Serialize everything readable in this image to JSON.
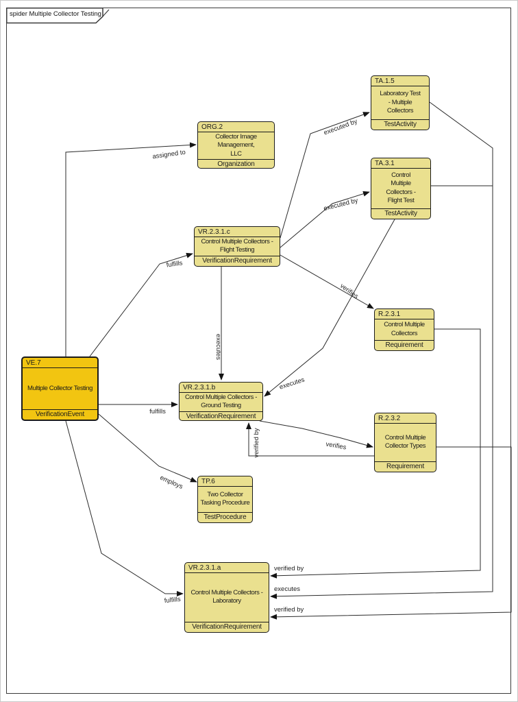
{
  "frame": {
    "title": "spider Multiple Collector Testing"
  },
  "colors": {
    "node_fill": "#EAE08F",
    "accent_fill": "#F2C511",
    "line_color": "#2a2a2a",
    "border_color": "#1a1a1a"
  },
  "nodes": [
    {
      "id": "ORG.2",
      "number": "ORG.2",
      "name": "Collector Image\nManagement,\nLLC",
      "type": "Organization"
    },
    {
      "id": "TA.1.5",
      "number": "TA.1.5",
      "name": "Laboratory Test\n- Multiple\nCollectors",
      "type": "TestActivity"
    },
    {
      "id": "TA.3.1",
      "number": "TA.3.1",
      "name": "Control\nMultiple\nCollectors -\nFlight Test",
      "type": "TestActivity"
    },
    {
      "id": "VR.2.3.1.c",
      "number": "VR.2.3.1.c",
      "name": "Control Multiple Collectors -\nFlight Testing",
      "type": "VerificationRequirement"
    },
    {
      "id": "R.2.3.1",
      "number": "R.2.3.1",
      "name": "Control Multiple\nCollectors",
      "type": "Requirement"
    },
    {
      "id": "VE.7",
      "number": "VE.7",
      "name": "Multiple Collector Testing",
      "type": "VerificationEvent"
    },
    {
      "id": "VR.2.3.1.b",
      "number": "VR.2.3.1.b",
      "name": "Control Multiple Collectors -\nGround Testing",
      "type": "VerificationRequirement"
    },
    {
      "id": "R.2.3.2",
      "number": "R.2.3.2",
      "name": "Control Multiple\nCollector Types",
      "type": "Requirement"
    },
    {
      "id": "TP.6",
      "number": "TP.6",
      "name": "Two Collector\nTasking Procedure",
      "type": "TestProcedure"
    },
    {
      "id": "VR.2.3.1.a",
      "number": "VR.2.3.1.a",
      "name": "Control Multiple Collectors -\nLaboratory",
      "type": "VerificationRequirement"
    }
  ],
  "edges": [
    {
      "label": "assigned to",
      "from": "VE.7",
      "to": "ORG.2"
    },
    {
      "label": "executed by",
      "from": "VR.2.3.1.c",
      "to": "TA.1.5"
    },
    {
      "label": "executed by",
      "from": "VR.2.3.1.c",
      "to": "TA.3.1"
    },
    {
      "label": "fulfills",
      "from": "VE.7",
      "to": "VR.2.3.1.c"
    },
    {
      "label": "verifies",
      "from": "VR.2.3.1.c",
      "to": "R.2.3.1"
    },
    {
      "label": "executes",
      "from": "VR.2.3.1.c",
      "to": "VR.2.3.1.b"
    },
    {
      "label": "executes",
      "from": "TA.3.1",
      "to": "VR.2.3.1.b"
    },
    {
      "label": "fulfills",
      "from": "VE.7",
      "to": "VR.2.3.1.b"
    },
    {
      "label": "verified by",
      "from": "R.2.3.2",
      "to": "VR.2.3.1.b"
    },
    {
      "label": "verifies",
      "from": "VR.2.3.1.b",
      "to": "R.2.3.2"
    },
    {
      "label": "employs",
      "from": "VE.7",
      "to": "TP.6"
    },
    {
      "label": "fulfills",
      "from": "VE.7",
      "to": "VR.2.3.1.a"
    },
    {
      "label": "verified by",
      "from": "R.2.3.1",
      "to": "VR.2.3.1.a"
    },
    {
      "label": "executes",
      "from": "TA.1.5",
      "to": "VR.2.3.1.a"
    },
    {
      "label": "verified by",
      "from": "R.2.3.2",
      "to": "VR.2.3.1.a"
    }
  ]
}
